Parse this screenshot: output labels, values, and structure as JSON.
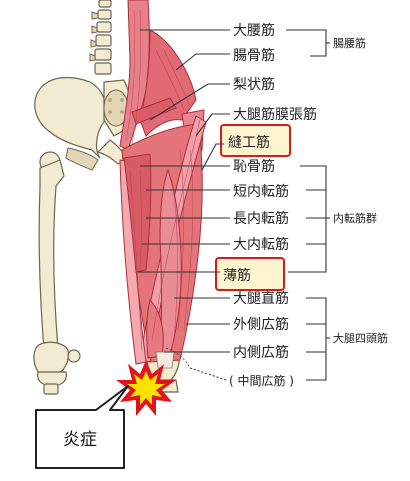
{
  "labels": {
    "psoas_major": "大腰筋",
    "iliacus": "腸骨筋",
    "piriformis": "梨状筋",
    "tensor_fasciae_latae": "大腿筋膜張筋",
    "sartorius": "縫工筋",
    "pectineus": "恥骨筋",
    "adductor_brevis": "短内転筋",
    "adductor_longus": "長内転筋",
    "adductor_magnus": "大内転筋",
    "gracilis": "薄筋",
    "rectus_femoris": "大腿直筋",
    "vastus_lateralis": "外側広筋",
    "vastus_medialis": "内側広筋",
    "vastus_intermedius": "( 中間広筋 )"
  },
  "groups": {
    "iliopsoas": "腸腰筋",
    "adductors": "内転筋群",
    "quadriceps": "大腿四頭筋"
  },
  "callout": "炎症",
  "highlighted": [
    "sartorius",
    "gracilis"
  ],
  "colors": {
    "highlight_border": "#d8191f",
    "highlight_fill": "#fdf5cf",
    "muscle": "#e4737a",
    "bone": "#f3ead2",
    "burst_outer": "#e0141c",
    "burst_inner": "#ffe300"
  }
}
